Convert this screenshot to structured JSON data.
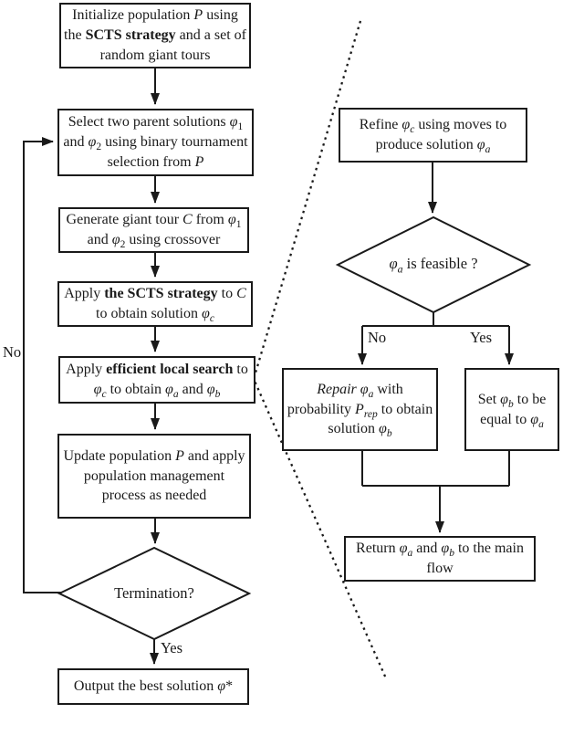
{
  "figure": {
    "type": "flowchart",
    "colors": {
      "line": "#1a1a1a",
      "background": "#ffffff"
    }
  },
  "nodes": {
    "init": {
      "segments": [
        {
          "t": "Initialize population "
        },
        {
          "t": "P",
          "i": true
        },
        {
          "t": " using the "
        },
        {
          "t": "SCTS strategy",
          "b": true
        },
        {
          "t": " and a set of random giant tours"
        }
      ]
    },
    "select": {
      "segments": [
        {
          "t": "Select two parent solutions "
        },
        {
          "t": "φ",
          "i": true
        },
        {
          "t": "1",
          "sub": true
        },
        {
          "t": " and "
        },
        {
          "t": "φ",
          "i": true
        },
        {
          "t": "2",
          "sub": true
        },
        {
          "t": " using binary tournament selection from "
        },
        {
          "t": "P",
          "i": true
        }
      ]
    },
    "generate": {
      "segments": [
        {
          "t": "Generate giant tour "
        },
        {
          "t": "C",
          "i": true
        },
        {
          "t": " from "
        },
        {
          "t": "φ",
          "i": true
        },
        {
          "t": "1",
          "sub": true
        },
        {
          "t": " and "
        },
        {
          "t": "φ",
          "i": true
        },
        {
          "t": "2",
          "sub": true
        },
        {
          "t": " using crossover"
        }
      ]
    },
    "apply_scts": {
      "segments": [
        {
          "t": "Apply "
        },
        {
          "t": "the SCTS strategy",
          "b": true
        },
        {
          "t": " to "
        },
        {
          "t": "C",
          "i": true
        },
        {
          "t": " to obtain solution "
        },
        {
          "t": "φ",
          "i": true
        },
        {
          "t": "c",
          "sub": true,
          "i": true
        }
      ]
    },
    "local_search": {
      "segments": [
        {
          "t": "Apply "
        },
        {
          "t": "efficient local search",
          "b": true
        },
        {
          "t": " to "
        },
        {
          "t": "φ",
          "i": true
        },
        {
          "t": "c",
          "sub": true,
          "i": true
        },
        {
          "t": " to obtain "
        },
        {
          "t": "φ",
          "i": true
        },
        {
          "t": "a",
          "sub": true,
          "i": true
        },
        {
          "t": " and "
        },
        {
          "t": "φ",
          "i": true
        },
        {
          "t": "b",
          "sub": true,
          "i": true
        }
      ]
    },
    "update": {
      "segments": [
        {
          "t": "Update population "
        },
        {
          "t": "P",
          "i": true
        },
        {
          "t": " and apply population management process as needed"
        }
      ]
    },
    "termination": {
      "segments": [
        {
          "t": "Termination?"
        }
      ]
    },
    "output": {
      "segments": [
        {
          "t": "Output the best solution "
        },
        {
          "t": "φ",
          "i": true
        },
        {
          "t": "*"
        }
      ]
    },
    "refine": {
      "segments": [
        {
          "t": "Refine "
        },
        {
          "t": "φ",
          "i": true
        },
        {
          "t": "c",
          "sub": true,
          "i": true
        },
        {
          "t": " using moves to produce solution "
        },
        {
          "t": "φ",
          "i": true
        },
        {
          "t": "a",
          "sub": true,
          "i": true
        }
      ]
    },
    "feasible": {
      "segments": [
        {
          "t": "φ",
          "i": true
        },
        {
          "t": "a",
          "sub": true,
          "i": true
        },
        {
          "t": " is feasible ?"
        }
      ]
    },
    "repair": {
      "segments": [
        {
          "t": "Repair ",
          "i": true
        },
        {
          "t": "φ",
          "i": true
        },
        {
          "t": "a",
          "sub": true,
          "i": true
        },
        {
          "t": " with probability "
        },
        {
          "t": "P",
          "i": true
        },
        {
          "t": "rep",
          "sub": true,
          "i": true
        },
        {
          "t": " to obtain solution "
        },
        {
          "t": "φ",
          "i": true
        },
        {
          "t": "b",
          "sub": true,
          "i": true
        }
      ]
    },
    "set_equal": {
      "segments": [
        {
          "t": "Set "
        },
        {
          "t": "φ",
          "i": true
        },
        {
          "t": "b",
          "sub": true,
          "i": true
        },
        {
          "t": " to be equal to "
        },
        {
          "t": "φ",
          "i": true
        },
        {
          "t": "a",
          "sub": true,
          "i": true
        }
      ]
    },
    "return": {
      "segments": [
        {
          "t": "Return "
        },
        {
          "t": "φ",
          "i": true
        },
        {
          "t": "a",
          "sub": true,
          "i": true
        },
        {
          "t": " and "
        },
        {
          "t": "φ",
          "i": true
        },
        {
          "t": "b",
          "sub": true,
          "i": true
        },
        {
          "t": " to the main flow"
        }
      ]
    }
  },
  "labels": {
    "loop_no": "No",
    "term_yes": "Yes",
    "feasible_no": "No",
    "feasible_yes": "Yes"
  }
}
